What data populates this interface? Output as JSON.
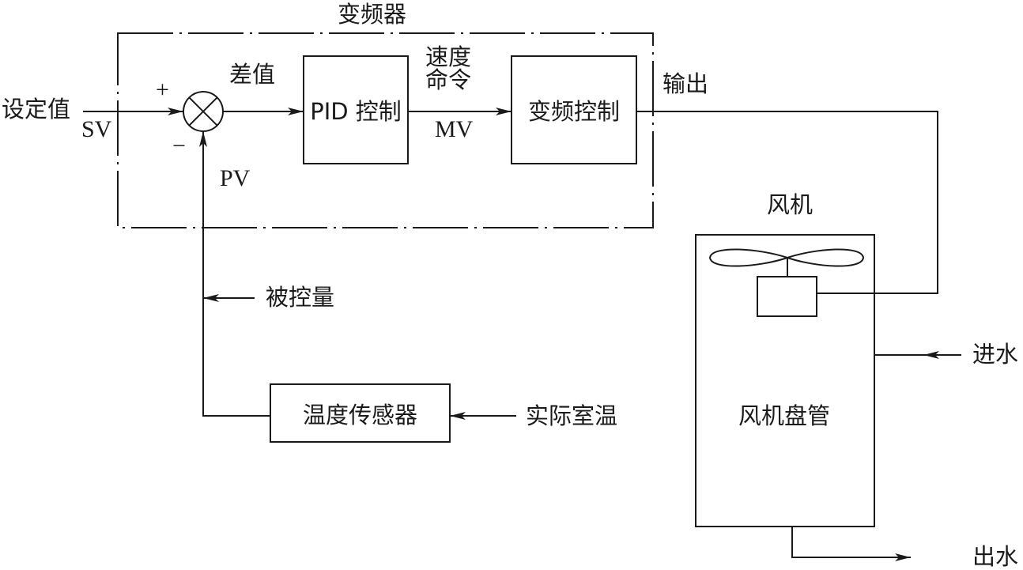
{
  "labels": {
    "inverter": "变频器",
    "setpoint": "设定值",
    "sv": "SV",
    "plus": "+",
    "minus": "−",
    "difference": "差值",
    "pid": "PID 控制",
    "speed_line1": "速度",
    "speed_line2": "命令",
    "mv": "MV",
    "vfd_control": "变频控制",
    "output": "输出",
    "pv": "PV",
    "controlled_variable": "被控量",
    "temp_sensor": "温度传感器",
    "actual_room_temp": "实际室温",
    "fan": "风机",
    "fan_coil": "风机盘管",
    "water_in": "进水",
    "water_out": "出水"
  },
  "colors": {
    "line": "#1a1a1a",
    "background": "#ffffff"
  }
}
